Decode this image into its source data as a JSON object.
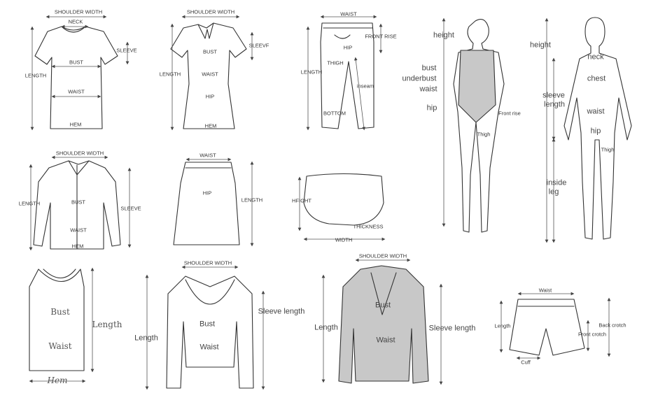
{
  "tshirt": {
    "shoulder": "SHOULDER WIDTH",
    "neck": "NECK",
    "sleeve": "SLEEVE",
    "length": "LENGTH",
    "bust": "BUST",
    "waist": "WAIST",
    "hem": "HEM"
  },
  "polo_dress": {
    "shoulder": "SHOULDER WIDTH",
    "sleeve": "SLEEVF",
    "length": "LENGTH",
    "bust": "BUST",
    "waist": "WAIST",
    "hip": "HIP",
    "hem": "HEM"
  },
  "pants": {
    "waist": "WAIST",
    "front_rise": "FRONT RISE",
    "hip": "HIP",
    "length": "LENGTH",
    "thigh": "THIGH",
    "inseam": "inseam",
    "bottom": "BOTTOM"
  },
  "woman": {
    "height": "height",
    "bust": "bust",
    "underbust": "underbust",
    "waist": "waist",
    "hip": "hip",
    "front_rise": "Front rise",
    "thigh": "Thigh"
  },
  "man": {
    "height": "height",
    "neck": "neck",
    "chest": "chest",
    "sleeve_line1": "sleeve",
    "sleeve_line2": "length",
    "waist": "waist",
    "hip": "hip",
    "thigh": "Thigh",
    "inside_leg_line1": "inside",
    "inside_leg_line2": "leg"
  },
  "shirt": {
    "shoulder": "SHOULDER WIDTH",
    "length": "LENGTH",
    "bust": "BUST",
    "sleeve": "SLEEVE",
    "waist": "WAIST",
    "hem": "HEM"
  },
  "skirt": {
    "waist": "WAIST",
    "hip": "HIP",
    "length": "LENGTH"
  },
  "shorts_top": {
    "height": "HFIGHT",
    "thickness": "THICKNESS",
    "width": "WIDTH"
  },
  "tank": {
    "bust": "Bust",
    "length": "Length",
    "waist": "Waist",
    "hem": "Hem"
  },
  "cardigan": {
    "shoulder": "SHOULDER WIDTH",
    "sleeve": "Sleeve length",
    "length": "Length",
    "bust": "Bust",
    "waist": "Waist"
  },
  "blazer": {
    "shoulder": "SHOULDER WIDTH",
    "length": "Length",
    "bust": "Bust",
    "sleeve": "Sleeve length",
    "waist": "Waist"
  },
  "shorts": {
    "waist": "Waist",
    "length": "Length",
    "back_crotch": "Back crotch",
    "front_crotch": "Front crotch",
    "cuff": "Cuff"
  }
}
